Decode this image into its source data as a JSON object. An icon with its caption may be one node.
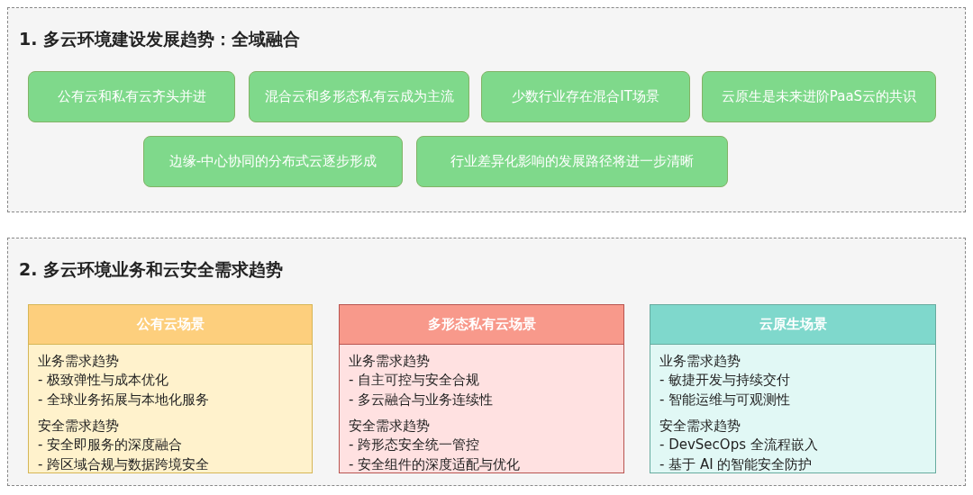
{
  "diagram": {
    "nodes": [
      {
        "text": [
          "1. 多云环境建设发展趋势：全域融合"
        ]
      },
      {
        "text": [
          "公有云和私有云齐头并进"
        ],
        "in": 0
      },
      {
        "text": [
          "混合云和多形态私有云成为主流"
        ],
        "in": 0
      },
      {
        "text": [
          "少数行业存在混合IT场景"
        ],
        "in": 0
      },
      {
        "text": [
          "云原生是未来进阶PaaS云的共识"
        ],
        "in": 0
      },
      {
        "text": [
          "边缘-中心协同的分布式云逐步形成"
        ],
        "in": 0
      },
      {
        "text": [
          "行业差异化影响的发展路径将进一步清晰"
        ],
        "in": 0
      },
      {
        "text": [
          "2. 多云环境业务和云安全需求趋势"
        ]
      },
      {
        "text": [
          "公有云场景",
          "业务需求趋势",
          "- 极致弹性与成本优化",
          "- 全球业务拓展与本地化服务",
          "安全需求趋势",
          "- 安全即服务的深度融合",
          "- 跨区域合规与数据跨境安全"
        ],
        "in": 7
      },
      {
        "text": [
          "多形态私有云场景",
          "业务需求趋势",
          "- 自主可控与安全合规",
          "- 多云融合与业务连续性",
          "安全需求趋势",
          "- 跨形态安全统一管控",
          "- 安全组件的深度适配与优化"
        ],
        "in": 7
      },
      {
        "text": [
          "云原生场景",
          "业务需求趋势",
          "- 敏捷开发与持续交付",
          "- 智能运维与可观测性",
          "安全需求趋势",
          "- DevSecOps 全流程嵌入",
          "- 基于 AI 的智能安全防护"
        ],
        "in": 7
      }
    ]
  }
}
